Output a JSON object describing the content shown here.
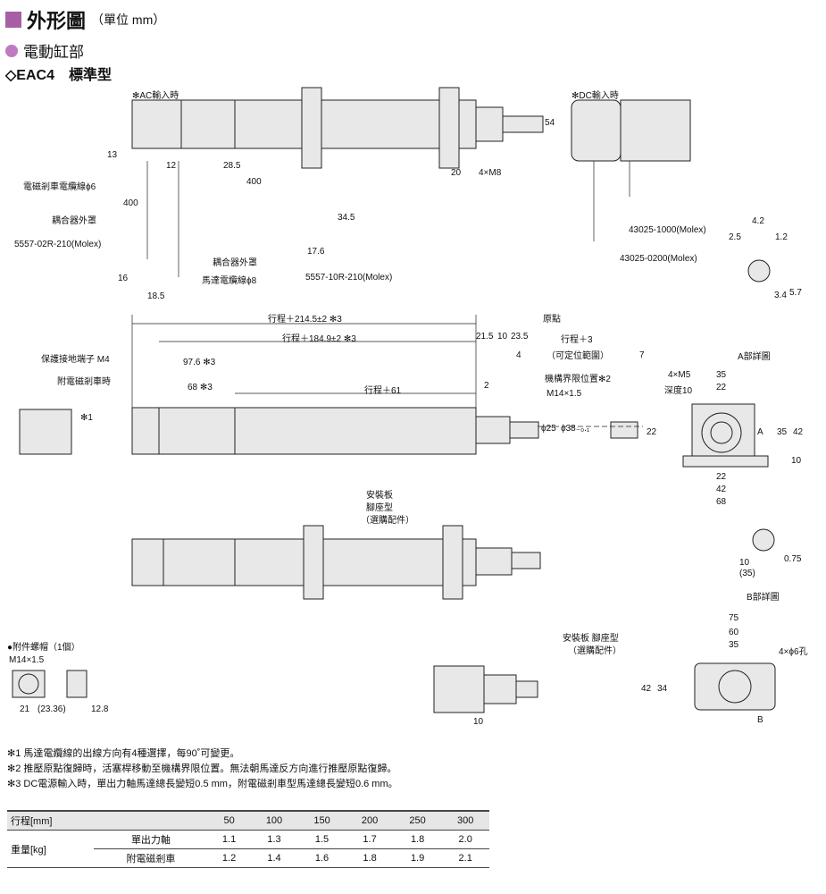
{
  "header": {
    "title": "外形圖",
    "unit": "（單位 mm）"
  },
  "section": "電動缸部",
  "model": "◇EAC4　標準型",
  "labels": {
    "ac_input": "✻AC輸入時",
    "dc_input": "✻DC輸入時",
    "brake_cable": "電磁剎車電纜線ϕ6",
    "coupler_cover1": "耦合器外罩",
    "molex_02r": "5557-02R-210(Molex)",
    "coupler_cover2": "耦合器外罩",
    "motor_cable": "馬達電纜線ϕ8",
    "molex_10r": "5557-10R-210(Molex)",
    "molex_1000": "43025-1000(Molex)",
    "molex_0200": "43025-0200(Molex)",
    "m8": "4×M8",
    "stroke_total": "行程＋214.5±2 ✻3",
    "stroke_184": "行程＋184.9±2 ✻3",
    "stroke_61": "行程＋61",
    "stroke_3": "行程＋3",
    "origin": "原點",
    "range": "（可定位範圍）",
    "mech_limit": "機構界限位置✻2",
    "m14": "M14×1.5",
    "ground": "保護接地端子 M4",
    "with_brake": "附電磁剎車時",
    "d976": "97.6 ✻3",
    "d68": "68 ✻3",
    "detail_a": "A部詳圖",
    "detail_b": "B部詳圖",
    "m5": "4×M5",
    "depth": "深度10",
    "mount_plate": "安裝板",
    "foot": "腳座型",
    "option": "（選購配件）",
    "mount_foot": "安裝板 腳座型",
    "option2": "（選購配件）",
    "phi6": "4×ϕ6孔",
    "nut_title": "●附件螺帽（1個）",
    "nut_m14": "M14×1.5",
    "dims": {
      "d54": "54",
      "d13": "13",
      "d12": "12",
      "d285": "28.5",
      "d400a": "400",
      "d400b": "400",
      "d20": "20",
      "d345": "34.5",
      "d176": "17.6",
      "d16": "16",
      "d185": "18.5",
      "d42a": "4.2",
      "d25": "2.5",
      "d12b": "1.2",
      "d34": "3.4",
      "d57": "5.7",
      "d215": "21.5",
      "d10": "10",
      "d235": "23.5",
      "d4": "4",
      "d7": "7",
      "d2": "2",
      "p25": "ϕ25",
      "p38": "ϕ38₋₀.₁",
      "d35": "35",
      "d22": "22",
      "d42": "42",
      "d10b": "10",
      "d22b": "22",
      "d42b": "42",
      "d68": "68",
      "d22c": "22",
      "d35b": "35",
      "d10c": "10",
      "d35c": "(35)",
      "d075": "0.75",
      "d75": "75",
      "d60": "60",
      "d35d": "35",
      "d42c": "42",
      "d34b": "34",
      "d10d": "10",
      "d21": "21",
      "d2336": "(23.36)",
      "d128": "12.8",
      "A": "A",
      "B": "B",
      "s1": "✻1"
    }
  },
  "notes": [
    "✻1 馬達電纜線的出線方向有4種選擇，每90˚可變更。",
    "✻2 推壓原點復歸時，活塞桿移動至機構界限位置。無法朝馬達反方向進行推壓原點復歸。",
    "✻3 DC電源輸入時，單出力軸馬達總長變短0.5 mm，附電磁剎車型馬達總長變短0.6 mm。"
  ],
  "table": {
    "head": [
      "行程[mm]",
      "",
      "50",
      "100",
      "150",
      "200",
      "250",
      "300"
    ],
    "group": "重量[kg]",
    "rows": [
      {
        "label": "單出力軸",
        "values": [
          "1.1",
          "1.3",
          "1.5",
          "1.7",
          "1.8",
          "2.0"
        ]
      },
      {
        "label": "附電磁剎車",
        "values": [
          "1.2",
          "1.4",
          "1.6",
          "1.8",
          "1.9",
          "2.1"
        ]
      }
    ]
  },
  "colors": {
    "accent": "#a65fa6",
    "dot": "#c07ac0",
    "body": "#e8e8e8",
    "line": "#222"
  }
}
